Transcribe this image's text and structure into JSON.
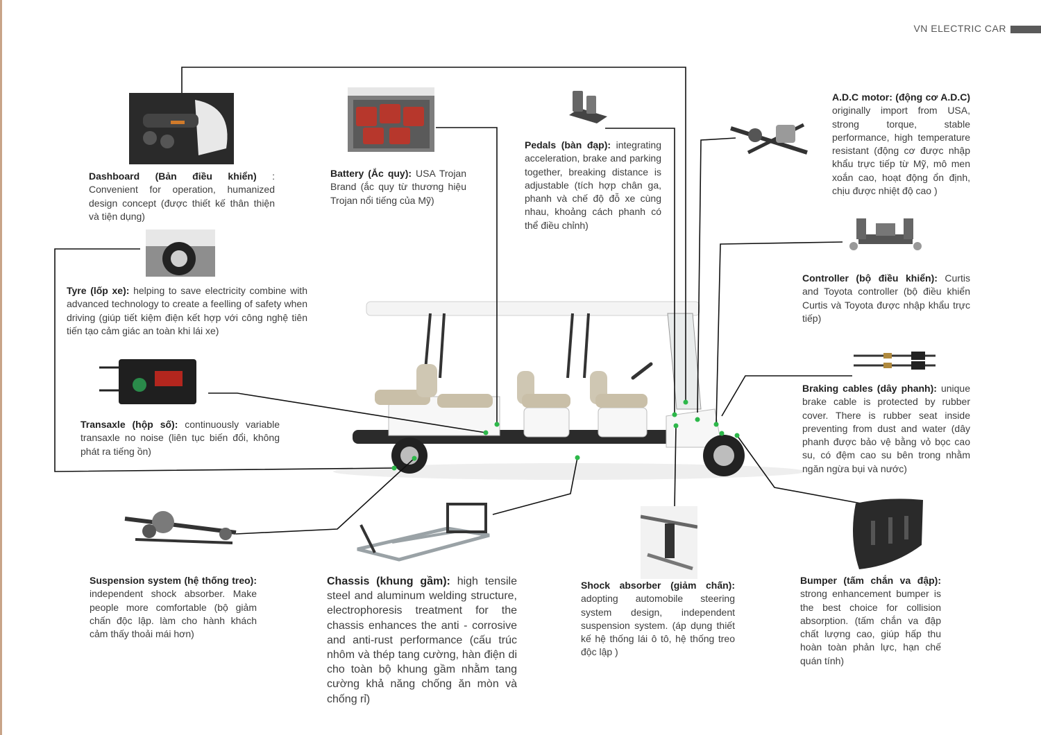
{
  "brand": "VN ELECTRIC CAR",
  "components": {
    "dashboard": {
      "title": "Dashboard (Bản điều khiển)",
      "body": " : Convenient for operation, humanized design concept (được thiết kế thân thiện và tiện dụng)"
    },
    "battery": {
      "title": "Battery (Ắc quy):",
      "body": " USA Trojan Brand (ắc quy từ thương hiệu Trojan nổi tiếng của Mỹ)"
    },
    "pedals": {
      "title": "Pedals (bàn đạp):",
      "body": " integrating acceleration, brake and parking together, breaking distance is adjustable (tích hợp chân ga, phanh và chế độ đỗ xe cùng nhau, khoảng cách phanh có thể điều chỉnh)"
    },
    "motor": {
      "title": "A.D.C motor: (động cơ A.D.C)",
      "body": " originally import from USA, strong torque, stable performance, high temperature resistant (động cơ được nhập khẩu trực tiếp từ Mỹ, mô men xoắn cao, hoạt động ổn định, chịu được nhiệt độ cao )"
    },
    "tyre": {
      "title": "Tyre (lốp xe):",
      "body": " helping to save electricity combine with advanced technology to create a feelling of safety when driving (giúp tiết kiệm điện kết hợp với công nghệ tiên tiến tạo cảm giác an toàn khi lái xe)"
    },
    "controller": {
      "title": "Controller (bộ điều khiển):",
      "body": " Curtis and Toyota controller (bộ điều khiển Curtis và Toyota được nhập khẩu trực tiếp)"
    },
    "transaxle": {
      "title": "Transaxle (hộp số):",
      "body": " continuously variable transaxle no noise (liên tục biến đổi, không phát ra tiếng ồn)"
    },
    "braking": {
      "title": "Braking cables (dây phanh):",
      "body": " unique brake cable is protected by rubber cover. There is rubber seat inside preventing from dust and water (dây phanh được bảo vệ bằng vỏ bọc cao su, có đệm cao su bên trong nhằm ngăn ngừa bụi và nước)"
    },
    "suspension": {
      "title": "Suspension system (hệ thống treo):",
      "body": " independent shock absorber. Make people more comfortable (bộ giảm chấn độc lập. làm cho hành khách cảm thấy thoải mái hơn)"
    },
    "chassis": {
      "title": "Chassis (khung gầm):",
      "body": " high tensile steel and aluminum welding structure, electrophoresis treatment for the chassis enhances the anti - corrosive and anti-rust performance (cấu trúc nhôm và thép tang cường, hàn điện di cho toàn bộ khung gầm nhằm tang cường khả năng chống ăn mòn và chống rỉ)"
    },
    "shock": {
      "title": "Shock absorber (giảm chấn):",
      "body": " adopting automobile steering system design, independent suspension system. (áp dụng thiết kế hệ thống lái ô tô, hệ thống treo độc lập )"
    },
    "bumper": {
      "title": "Bumper (tấm chắn va đập):",
      "body": " strong enhancement bumper is the best choice for collision absorption. (tấm chắn va đập chất lượng cao, giúp hấp thu hoàn toàn phản lực, hạn chế quán tính)"
    }
  },
  "colors": {
    "accent_dot": "#2db84a",
    "leader_line": "#111111",
    "brand_bar": "#5a5a5a"
  }
}
